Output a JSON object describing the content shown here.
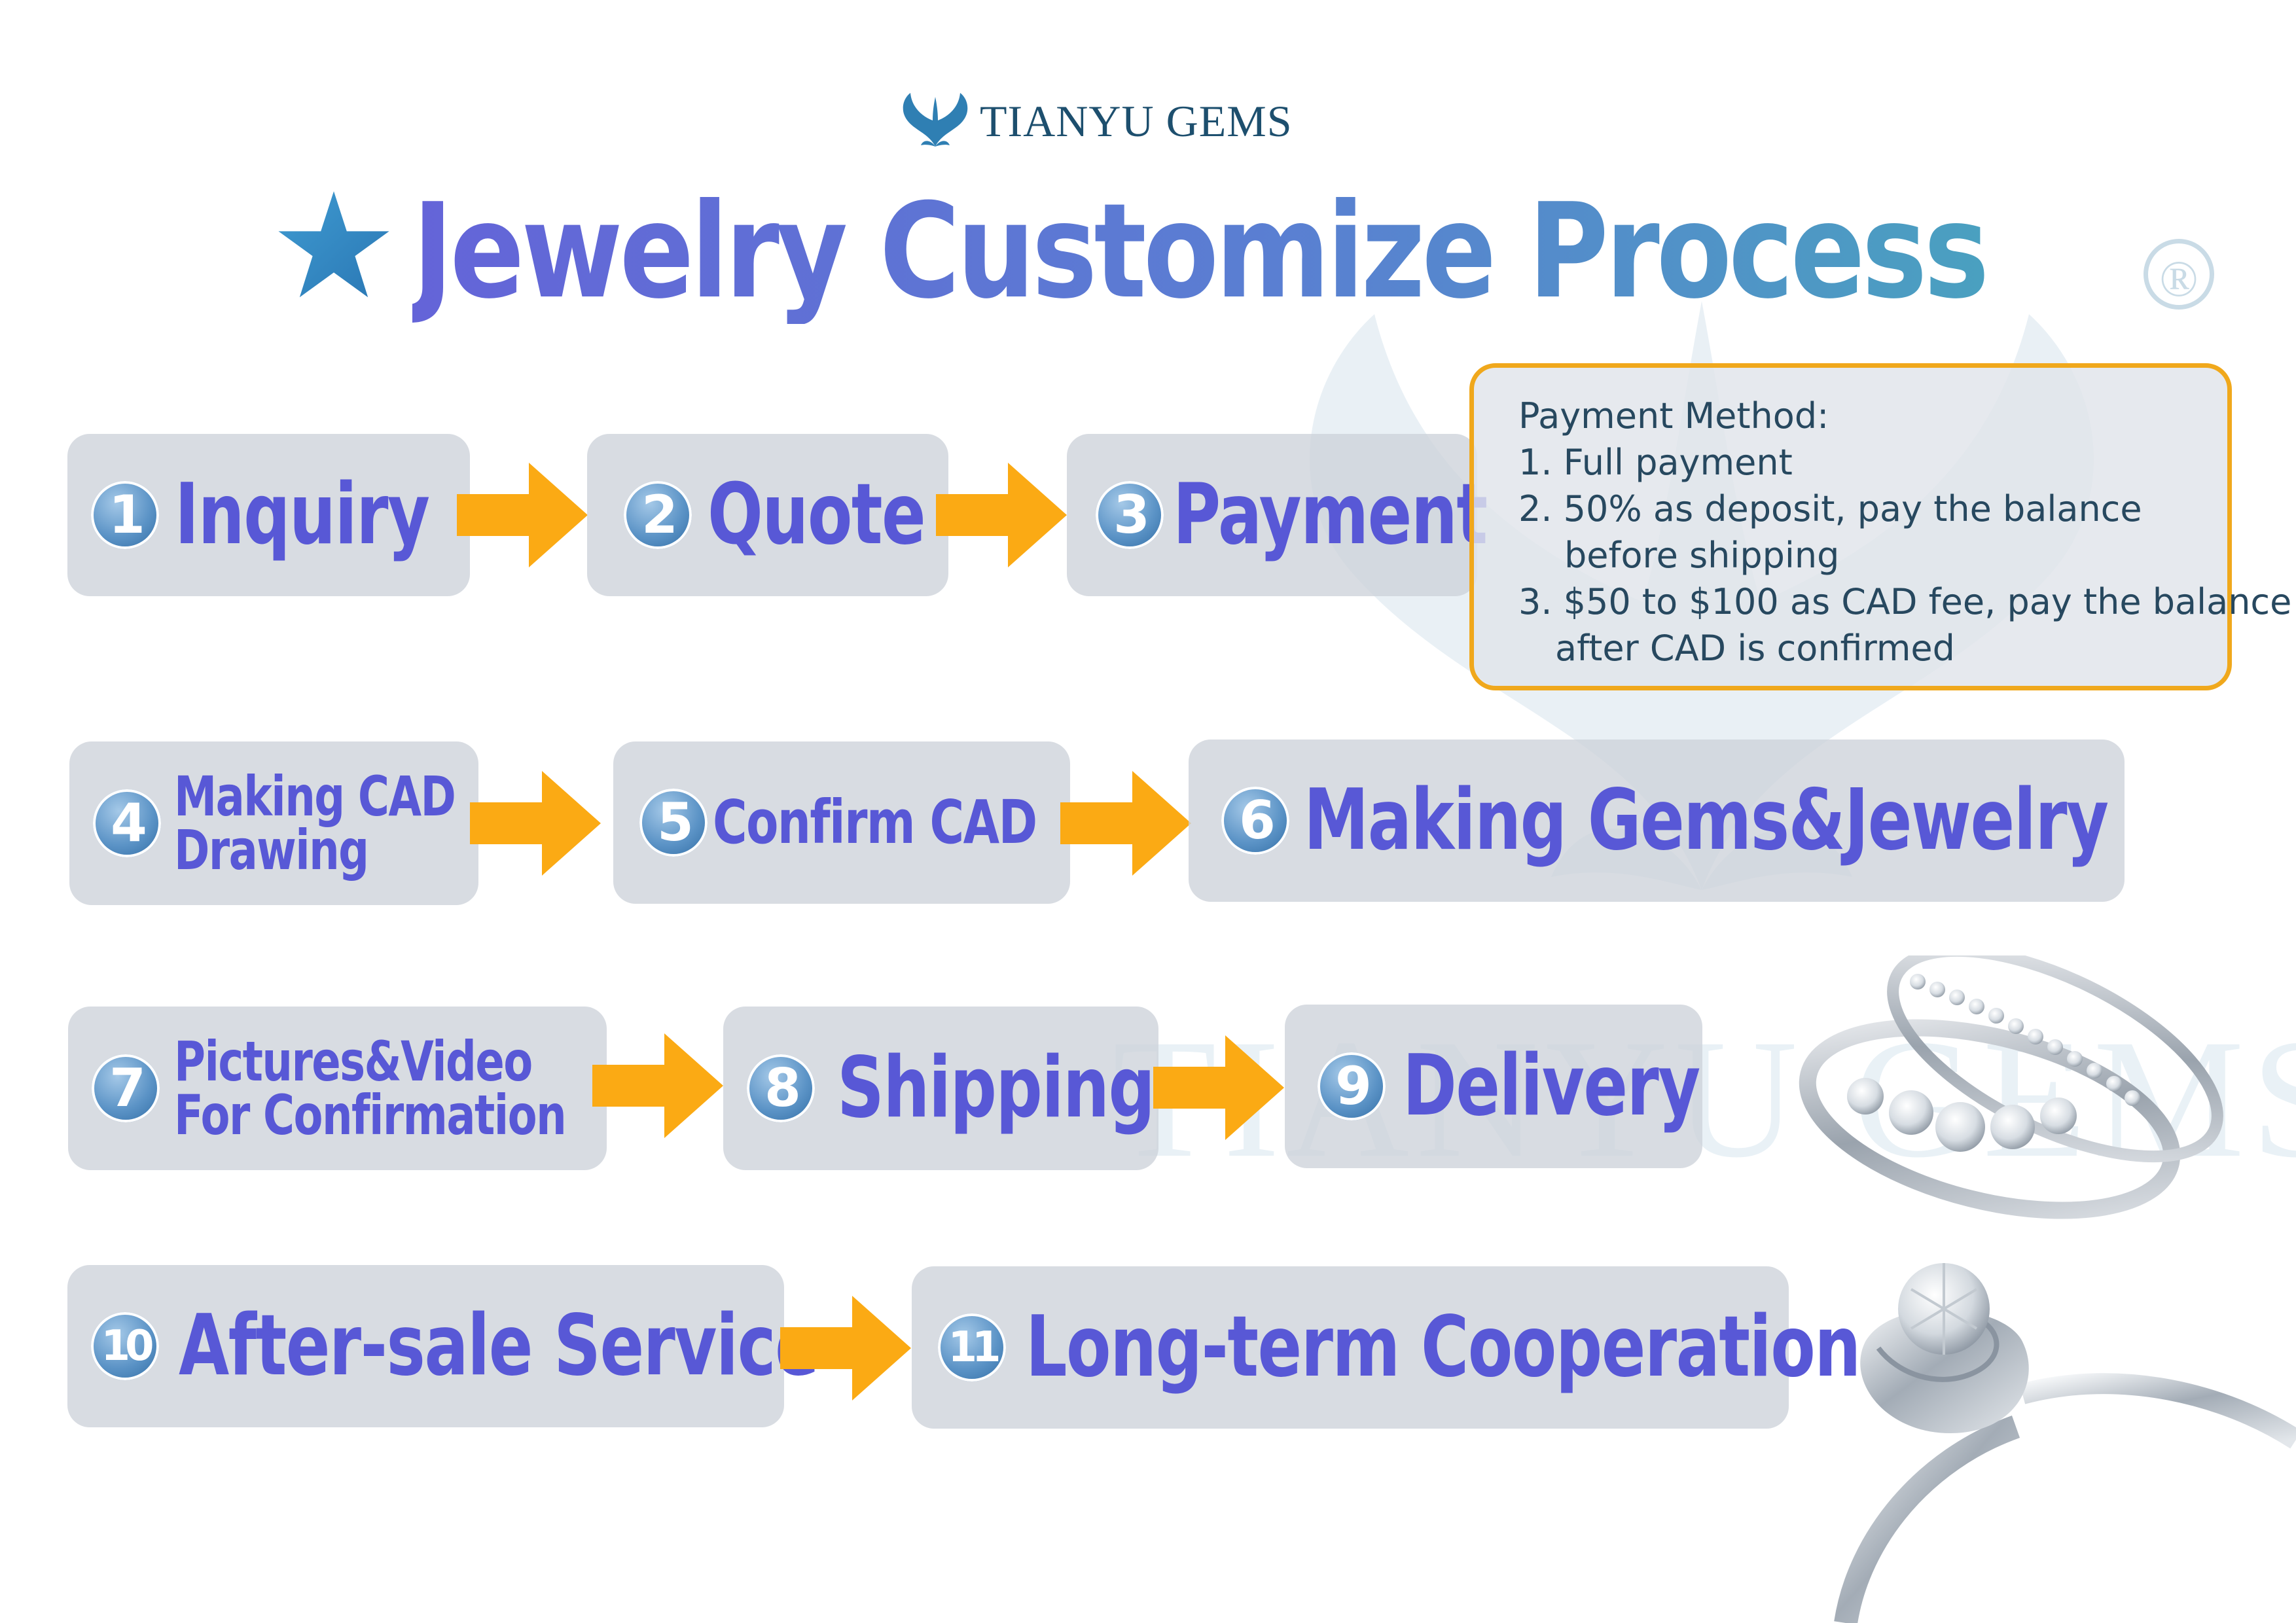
{
  "brand": {
    "name": "TIANYU GEMS",
    "registered": "®",
    "watermark": "TIANYU GEMS"
  },
  "title": {
    "text": "Jewelry Customize Process",
    "icon": "star-icon"
  },
  "steps": [
    {
      "num": "1",
      "lines": [
        "Inquiry"
      ]
    },
    {
      "num": "2",
      "lines": [
        "Quote"
      ]
    },
    {
      "num": "3",
      "lines": [
        "Payment"
      ]
    },
    {
      "num": "4",
      "lines": [
        "Making CAD",
        "Drawing"
      ]
    },
    {
      "num": "5",
      "lines": [
        "Confirm CAD"
      ]
    },
    {
      "num": "6",
      "lines": [
        "Making Gems&Jewelry"
      ]
    },
    {
      "num": "7",
      "lines": [
        "Pictures&Video",
        "For Confirmation"
      ]
    },
    {
      "num": "8",
      "lines": [
        "Shipping"
      ]
    },
    {
      "num": "9",
      "lines": [
        "Delivery"
      ]
    },
    {
      "num": "10",
      "lines": [
        "After-sale Service"
      ]
    },
    {
      "num": "11",
      "lines": [
        "Long-term Cooperation"
      ]
    }
  ],
  "payment_note": {
    "heading": "Payment Method:",
    "lines": [
      "1. Full payment",
      "2. 50% as deposit, pay the balance",
      "before shipping",
      "3. $50 to $100 as CAD fee, pay the balance",
      "after CAD is confirmed"
    ]
  },
  "colors": {
    "label": "#5858d6",
    "arrow": "#fbaa14",
    "box": "#d2d6dc",
    "badge": "#4f8bc2",
    "note_border": "#f0a81c"
  },
  "icons": {
    "arrow": "arrow-right-icon",
    "logo": "butterfly-logo-icon",
    "rings": "ring-photo"
  }
}
